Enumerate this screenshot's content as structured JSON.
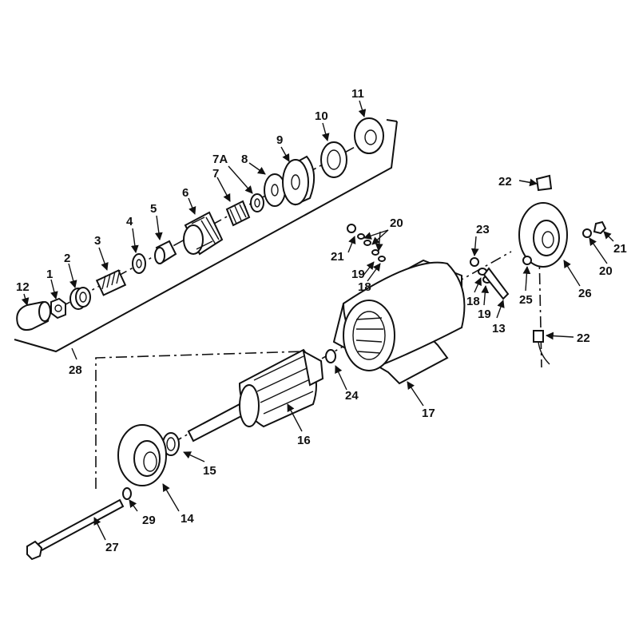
{
  "labels": {
    "p1": "1",
    "p2": "2",
    "p3": "3",
    "p4": "4",
    "p5": "5",
    "p6": "6",
    "p7": "7",
    "p7a": "7A",
    "p8": "8",
    "p9": "9",
    "p10": "10",
    "p11": "11",
    "p12": "12",
    "p13": "13",
    "p14": "14",
    "p15": "15",
    "p16": "16",
    "p17": "17",
    "p18a": "18",
    "p18b": "18",
    "p19a": "19",
    "p19b": "19",
    "p20a": "20",
    "p20b": "20",
    "p21a": "21",
    "p21b": "21",
    "p22a": "22",
    "p22b": "22",
    "p23": "23",
    "p24": "24",
    "p25": "25",
    "p26": "26",
    "p27": "27",
    "p28": "28",
    "p29": "29"
  }
}
